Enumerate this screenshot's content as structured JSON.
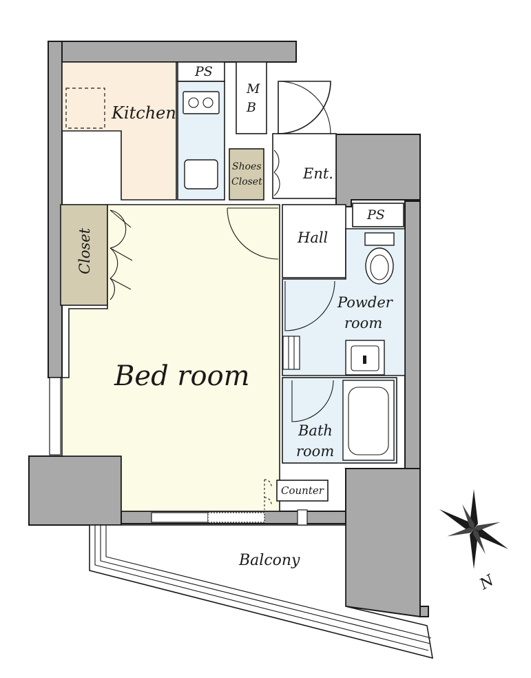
{
  "rooms": {
    "kitchen": "Kitchen",
    "ps_top": "PS",
    "mb_m": "M",
    "mb_b": "B",
    "shoes_1": "Shoes",
    "shoes_2": "Closet",
    "entrance": "Ent.",
    "closet": "Closet",
    "hall": "Hall",
    "ps_right": "PS",
    "powder_1": "Powder",
    "powder_2": "room",
    "bedroom": "Bed room",
    "bath_1": "Bath",
    "bath_2": "room",
    "counter": "Counter",
    "balcony": "Balcony"
  },
  "compass": {
    "north_label": "N"
  },
  "colors": {
    "wall": "#a9a9a9",
    "kitchen": "#fbeedd",
    "kitchen_units": "#e6f1f8",
    "closet": "#d3ccb0",
    "bedroom": "#fbfbe6",
    "wet_rooms": "#e6f1f8"
  }
}
